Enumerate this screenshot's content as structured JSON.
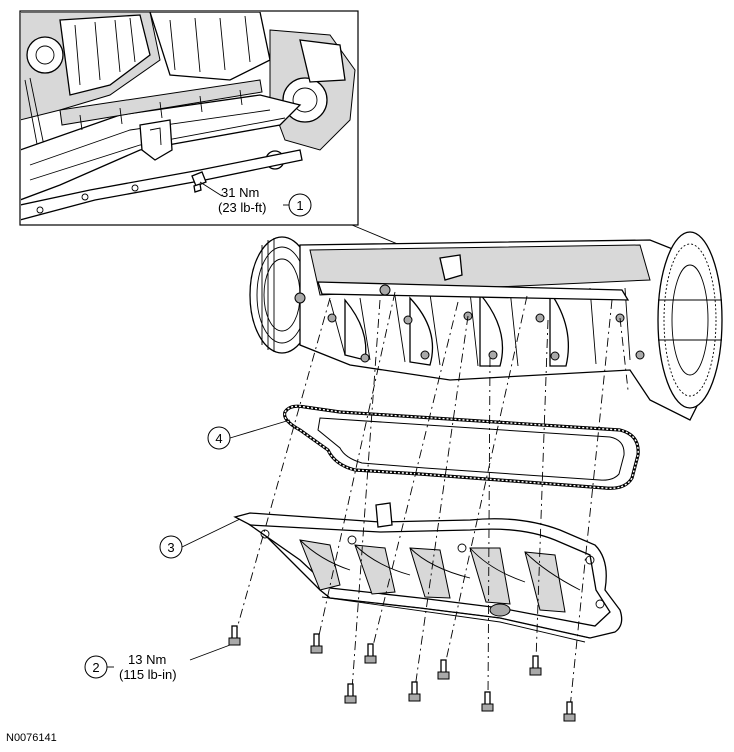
{
  "callouts": [
    {
      "id": "1",
      "torque": "31 Nm",
      "torque_alt": "(23 lb-ft)"
    },
    {
      "id": "2",
      "torque": "13 Nm",
      "torque_alt": "(115 lb-in)"
    },
    {
      "id": "3"
    },
    {
      "id": "4"
    }
  ],
  "figure_id": "N0076141"
}
